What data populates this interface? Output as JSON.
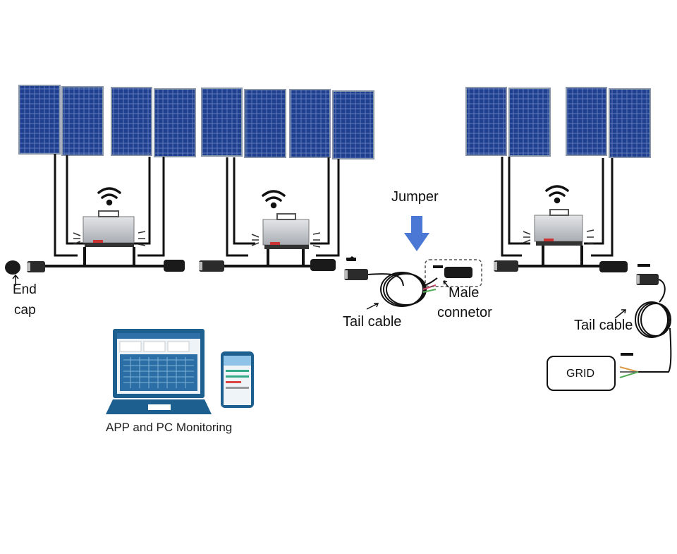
{
  "labels": {
    "end_cap_line1": "End",
    "end_cap_line2": "cap",
    "jumper": "Jumper",
    "tail_cable_left": "Tail cable",
    "male_connector_line1": "Male",
    "male_connector_line2": "connetor",
    "tail_cable_right": "Tail cable",
    "grid": "GRID",
    "monitoring": "APP and PC Monitoring"
  },
  "colors": {
    "panel_cell": "#1f3f8f",
    "panel_frame": "#9aa7b8",
    "cable": "#111111",
    "inverter_body": "#c9ccd1",
    "jumper_arrow": "#4a78d4",
    "laptop_frame": "#1d5f8f"
  },
  "icons": [
    "solar-panel-icon",
    "wifi-icon",
    "microinverter-icon",
    "connector-icon",
    "cable-coil-icon",
    "laptop-icon",
    "phone-icon",
    "arrow-down-icon"
  ]
}
